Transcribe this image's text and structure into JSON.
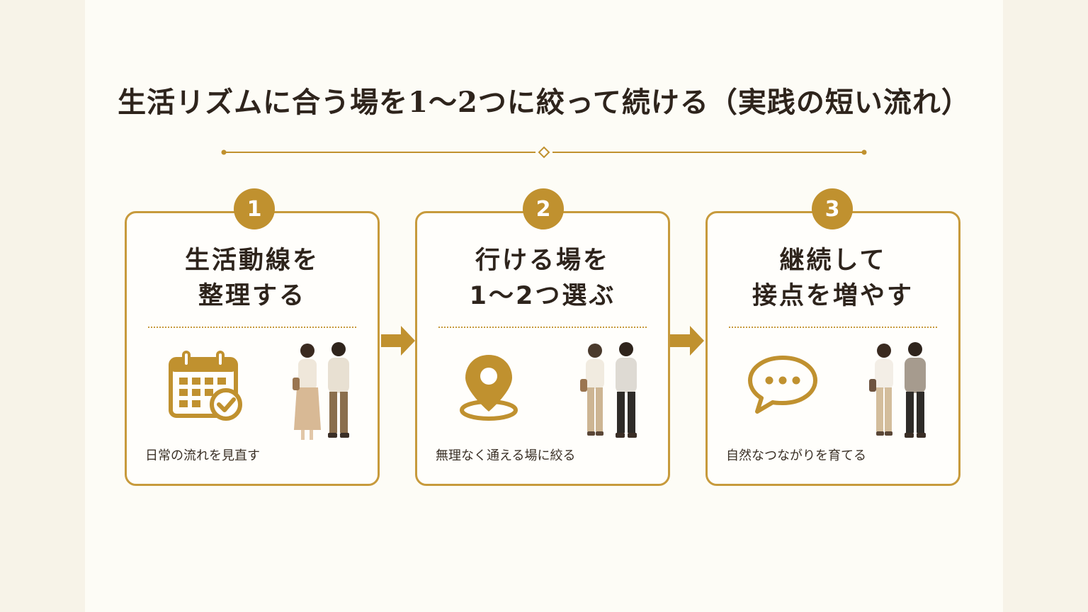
{
  "title": "生活リズムに合う場を1〜2つに絞って続ける（実践の短い流れ）",
  "colors": {
    "accent": "#c0912f",
    "border": "#c79a3c",
    "text": "#2e241c",
    "background": "#fdfcf6"
  },
  "steps": [
    {
      "number": "1",
      "title_line1": "生活動線を",
      "title_line2": "整理する",
      "caption": "日常の流れを見直す",
      "icon": "calendar-check-icon"
    },
    {
      "number": "2",
      "title_line1": "行ける場を",
      "title_line2": "1〜2つ選ぶ",
      "caption": "無理なく通える場に絞る",
      "icon": "location-pin-icon"
    },
    {
      "number": "3",
      "title_line1": "継続して",
      "title_line2": "接点を増やす",
      "caption": "自然なつながりを育てる",
      "icon": "chat-bubble-icon"
    }
  ]
}
